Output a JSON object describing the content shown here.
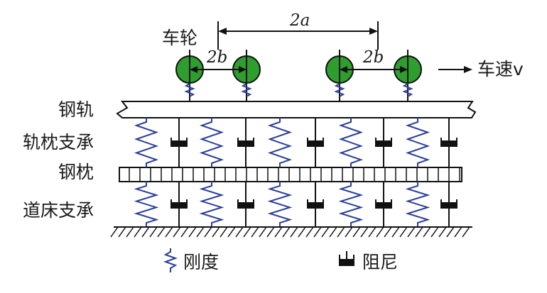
{
  "labels": {
    "wheel": "车轮",
    "rail": "钢轨",
    "rail_support": "轨枕支承",
    "sleeper": "钢枕",
    "ballast_support": "道床支承",
    "speed": "车速v",
    "wheel_spacing": "2a",
    "axle_spacing_left": "2b",
    "axle_spacing_right": "2b"
  },
  "legend": {
    "stiffness": "刚度",
    "damping": "阻尼"
  },
  "colors": {
    "wheel": "#2e9e2e",
    "spring": "#2a3f9a",
    "damper": "#111111",
    "line": "#111111"
  }
}
